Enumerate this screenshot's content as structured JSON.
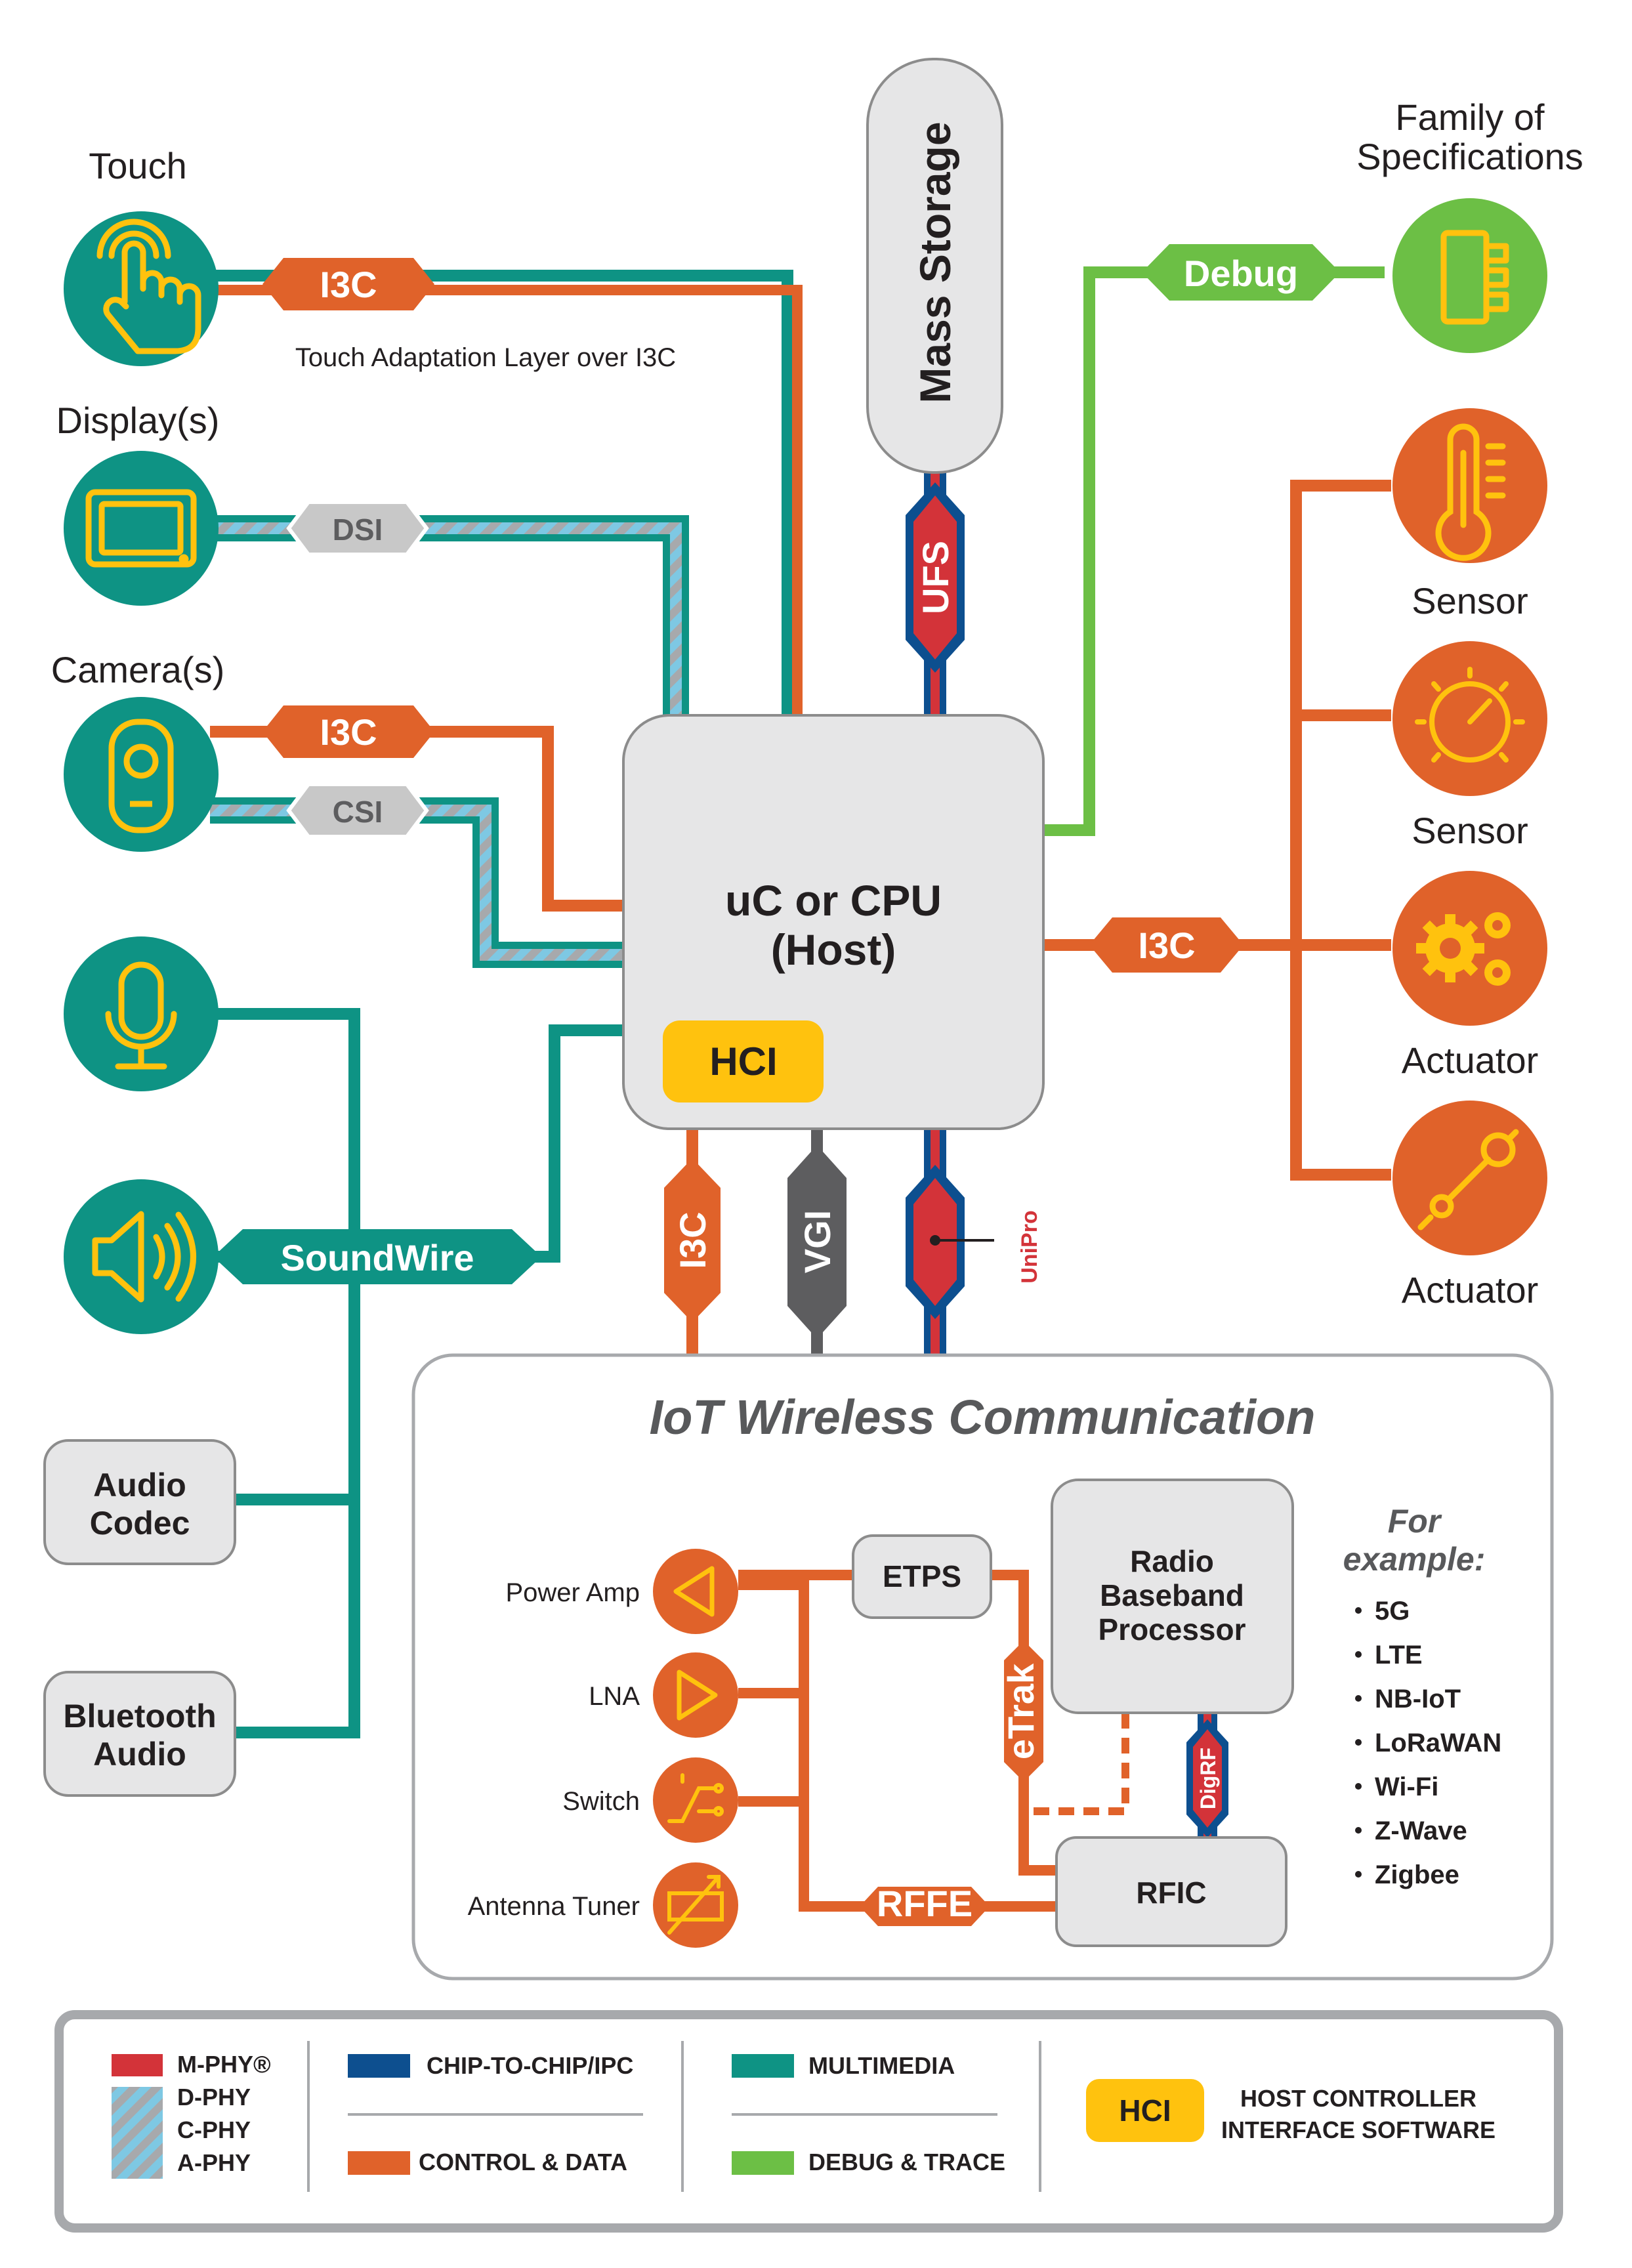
{
  "colors": {
    "teal": "#0e9384",
    "orange": "#e0622a",
    "green": "#6cbf45",
    "blue": "#0d4f8f",
    "red": "#d33339",
    "gray_bus": "#5d5d5f",
    "yellow": "#ffc20e",
    "box_fill": "#e6e6e7",
    "box_stroke": "#8c8c8c",
    "phy_stripe_a": "#7ec8e3",
    "phy_stripe_b": "#a7a9ac"
  },
  "peripherals": {
    "touch": {
      "label": "Touch",
      "icon": "touch-hand-icon",
      "bus": "I3C",
      "note": "Touch Adaptation Layer over I3C"
    },
    "display": {
      "label": "Display(s)",
      "icon": "display-screen-icon",
      "bus": "DSI"
    },
    "camera": {
      "label": "Camera(s)",
      "icon": "camera-icon",
      "bus_control": "I3C",
      "bus_data": "CSI"
    },
    "microphone": {
      "icon": "microphone-icon"
    },
    "speaker": {
      "icon": "speaker-icon",
      "bus": "SoundWire"
    },
    "audio_codec": {
      "line1": "Audio",
      "line2": "Codec"
    },
    "bluetooth_audio": {
      "line1": "Bluetooth",
      "line2": "Audio"
    }
  },
  "mass_storage": {
    "label": "Mass Storage",
    "bus": "UFS"
  },
  "debug": {
    "label": "Family of",
    "label2": "Specifications",
    "bus": "Debug",
    "icon": "connector-icon"
  },
  "right_devices": {
    "bus": "I3C",
    "sensor1": {
      "label": "Sensor",
      "icon": "thermometer-icon"
    },
    "sensor2": {
      "label": "Sensor",
      "icon": "gauge-icon"
    },
    "actuator1": {
      "label": "Actuator",
      "icon": "gears-icon"
    },
    "actuator2": {
      "label": "Actuator",
      "icon": "robotic-arm-icon"
    }
  },
  "host": {
    "line1": "uC or CPU",
    "line2": "(Host)",
    "hci": "HCI"
  },
  "host_buses": {
    "i3c": "I3C",
    "vgi": "VGI",
    "unipro": "UniPro"
  },
  "iot": {
    "title": "IoT Wireless Communication",
    "power_amp": "Power Amp",
    "lna": "LNA",
    "switch": "Switch",
    "antenna_tuner": "Antenna Tuner",
    "etps": "ETPS",
    "etrak": "eTrak",
    "rfic": "RFIC",
    "rffe": "RFFE",
    "digrf": "DigRF",
    "baseband_line1": "Radio",
    "baseband_line2": "Baseband",
    "baseband_line3": "Processor",
    "example_line1": "For",
    "example_line2": "example:",
    "examples": [
      "5G",
      "LTE",
      "NB-IoT",
      "LoRaWAN",
      "Wi-Fi",
      "Z-Wave",
      "Zigbee"
    ]
  },
  "legend": {
    "phy": [
      "M-PHY®",
      "D-PHY",
      "C-PHY",
      "A-PHY"
    ],
    "chip_to_chip": "CHIP-TO-CHIP/IPC",
    "control_data": "CONTROL & DATA",
    "multimedia": "MULTIMEDIA",
    "debug_trace": "DEBUG & TRACE",
    "hci": "HCI",
    "hci_desc_line1": "HOST CONTROLLER",
    "hci_desc_line2": "INTERFACE SOFTWARE"
  }
}
